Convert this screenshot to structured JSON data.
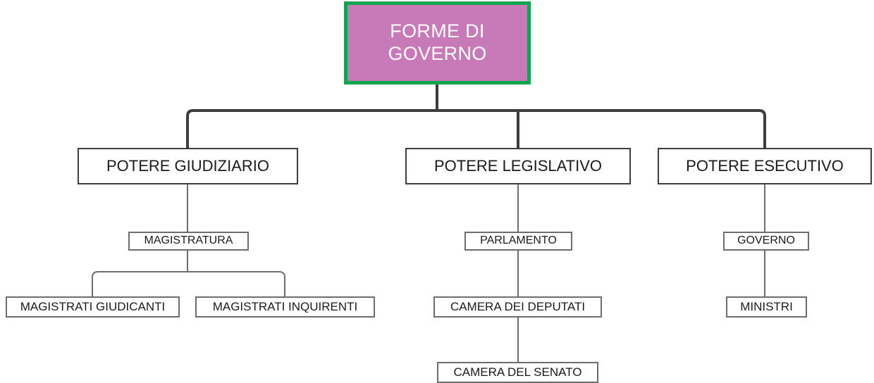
{
  "diagram": {
    "title": "FORME DI GOVERNO",
    "type": "organizational-tree",
    "colors": {
      "root_fill": "#c87ab8",
      "root_border": "#12a550",
      "root_text": "#ffffff",
      "thick_connector": "#3d3d3d",
      "thin_connector": "#6d6d6d",
      "box_border_strong": "#3d3d3d",
      "box_border_light": "#6d6d6d",
      "background": "#ffffff",
      "text": "#1a1a1a"
    },
    "nodes": {
      "root": {
        "label": "FORME DI GOVERNO"
      },
      "branch_judicial": {
        "label": "POTERE GIUDIZIARIO"
      },
      "branch_legislative": {
        "label": "POTERE LEGISLATIVO"
      },
      "branch_executive": {
        "label": "POTERE ESECUTIVO"
      },
      "magistratura": {
        "label": "MAGISTRATURA"
      },
      "parlamento": {
        "label": "PARLAMENTO"
      },
      "governo": {
        "label": "GOVERNO"
      },
      "magistrati_giudicanti": {
        "label": "MAGISTRATI GIUDICANTI"
      },
      "magistrati_inquirenti": {
        "label": "MAGISTRATI INQUIRENTI"
      },
      "camera_deputati": {
        "label": "CAMERA DEI DEPUTATI"
      },
      "ministri": {
        "label": "MINISTRI"
      },
      "camera_senato": {
        "label": "CAMERA DEL SENATO"
      }
    }
  }
}
